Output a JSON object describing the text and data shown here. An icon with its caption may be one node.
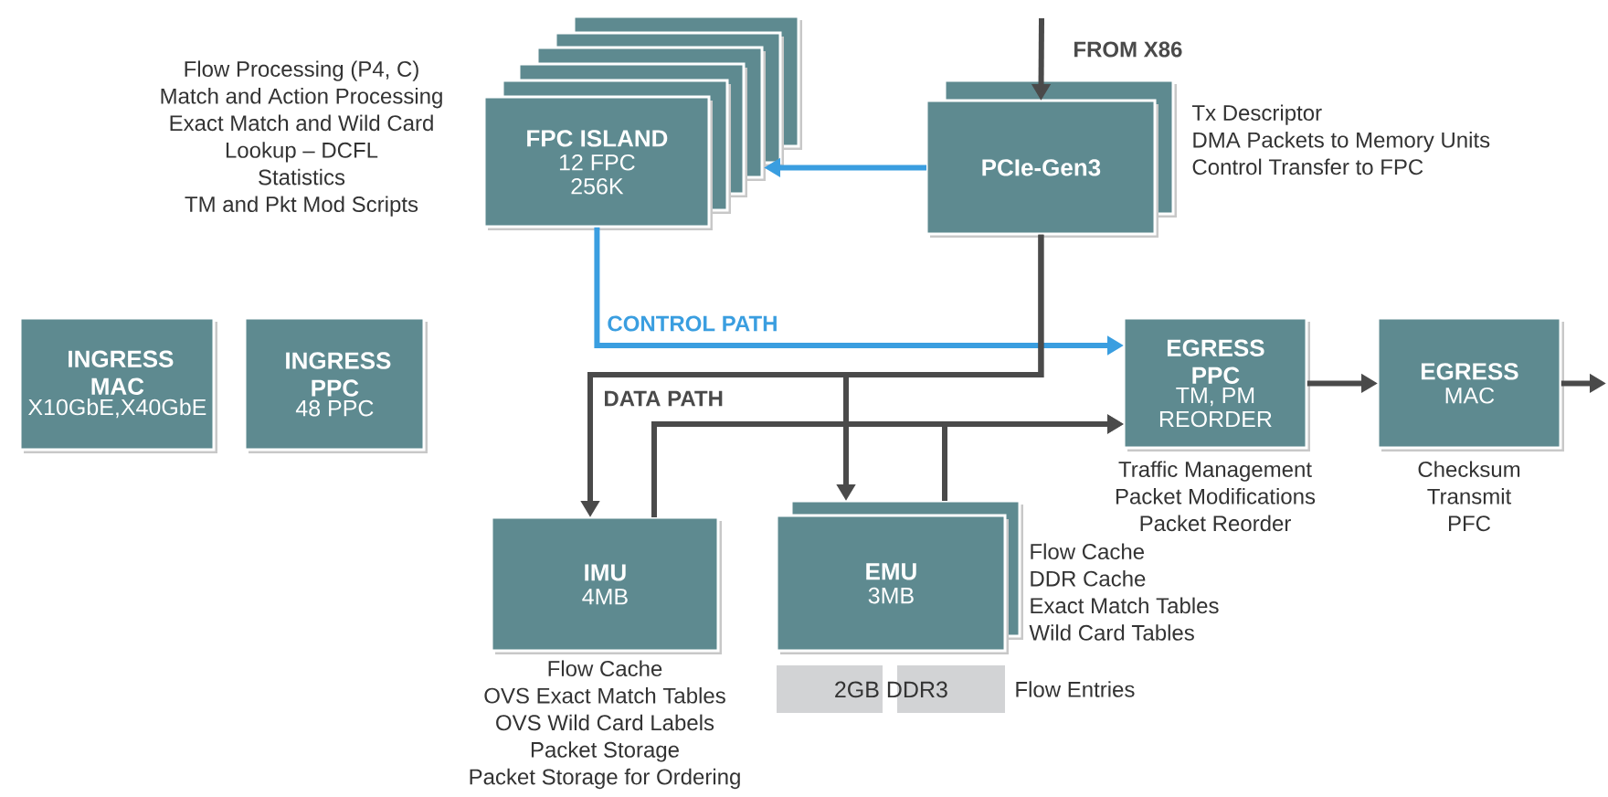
{
  "diagram": {
    "nodes": [
      {
        "text": [
          "FPC ISLAND",
          "12 FPC",
          "256K"
        ],
        "beside": [
          "Flow Processing (P4, C)",
          "Match and Action Processing",
          "Exact Match and Wild Card",
          "Lookup – DCFL",
          "Statistics",
          "TM and Pkt Mod Scripts"
        ]
      },
      {
        "text": [
          "PCIe-Gen3"
        ],
        "beside": [
          "Tx Descriptor",
          "DMA Packets to Memory Units",
          "Control Transfer to FPC"
        ]
      },
      {
        "text": [
          "INGRESS MAC",
          "X10GbE,X40GbE"
        ]
      },
      {
        "text": [
          "INGRESS PPC",
          "48 PPC"
        ]
      },
      {
        "text": [
          "EGRESS PPC",
          "TM, PM",
          "REORDER"
        ],
        "beside": [
          "Traffic Management",
          "Packet Modifications",
          "Packet Reorder"
        ]
      },
      {
        "text": [
          "EGRESS",
          "MAC"
        ],
        "beside": [
          "Checksum",
          "Transmit",
          "PFC"
        ]
      },
      {
        "text": [
          "IMU",
          "4MB"
        ],
        "beside": [
          "Flow Cache",
          "OVS Exact Match Tables",
          "OVS Wild Card Labels",
          "Packet Storage",
          "Packet Storage for Ordering"
        ]
      },
      {
        "text": [
          "EMU",
          "3MB"
        ],
        "beside": [
          "Flow Cache",
          "DDR Cache",
          "Exact Match Tables",
          "Wild Card Tables"
        ]
      },
      {
        "text": [
          "2GB DDR3"
        ],
        "beside": [
          "Flow Entries"
        ]
      }
    ],
    "edges": [
      {
        "from": null,
        "to": 1,
        "arrow": "to",
        "label": "FROM X86"
      },
      {
        "from": 1,
        "to": 0,
        "arrow": "to",
        "color": "#3a9ee0"
      },
      {
        "from": 0,
        "to": 4,
        "arrow": "to",
        "color": "#3a9ee0",
        "label": "CONTROL PATH"
      },
      {
        "from": 1,
        "to": 6,
        "arrow": "to",
        "label": "DATA PATH"
      },
      {
        "from": 1,
        "to": 7,
        "arrow": "to"
      },
      {
        "from": 6,
        "to": 4,
        "arrow": "to"
      },
      {
        "from": 7,
        "to": 4,
        "arrow": "to"
      },
      {
        "from": 4,
        "to": 5,
        "arrow": "to"
      },
      {
        "from": 5,
        "to": null,
        "arrow": "to"
      }
    ]
  }
}
